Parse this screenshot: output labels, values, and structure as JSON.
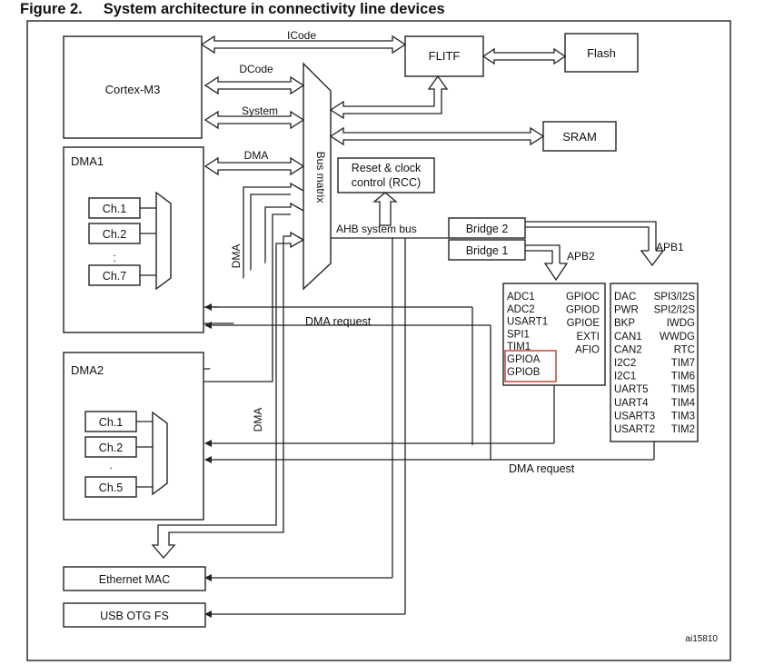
{
  "figure": {
    "number": "Figure 2.",
    "title": "System architecture in connectivity line devices"
  },
  "blocks": {
    "cortex": "Cortex-M3",
    "flitf": "FLITF",
    "flash": "Flash",
    "sram": "SRAM",
    "bus_matrix": "Bus matrix",
    "rcc_line1": "Reset & clock",
    "rcc_line2": "control (RCC)",
    "dma1": "DMA1",
    "dma2": "DMA2",
    "bridge2": "Bridge  2",
    "bridge1": "Bridge  1",
    "ethernet": "Ethernet MAC",
    "usb": "USB OTG FS"
  },
  "buses": {
    "icode": "ICode",
    "dcode": "DCode",
    "system": "System",
    "dma": "DMA",
    "dma_vert1": "DMA",
    "dma_vert2": "DMA",
    "ahb": "AHB system bus",
    "apb2": "APB2",
    "apb1": "APB1",
    "dma_request1": "DMA request",
    "dma_request2": "DMA request"
  },
  "dma1_channels": [
    "Ch.1",
    "Ch.2",
    "Ch.7"
  ],
  "dma2_channels": [
    "Ch.1",
    "Ch.2",
    "Ch.5"
  ],
  "apb2_peripherals": {
    "left": [
      "ADC1",
      "ADC2",
      "USART1",
      "SPI1",
      "TIM1",
      "GPIOA",
      "GPIOB"
    ],
    "right": [
      "GPIOC",
      "GPIOD",
      "GPIOE",
      "EXTI",
      "AFIO"
    ]
  },
  "apb1_peripherals": {
    "left": [
      "DAC",
      "PWR",
      "BKP",
      "CAN1",
      "CAN2",
      "I2C2",
      "I2C1",
      "UART5",
      "UART4",
      "USART3",
      "USART2"
    ],
    "right": [
      "SPI3/I2S",
      "SPI2/I2S",
      "IWDG",
      "WWDG",
      "RTC",
      "TIM7",
      "TIM6",
      "TIM5",
      "TIM4",
      "TIM3",
      "TIM2"
    ]
  },
  "highlight_color": "#c0392b",
  "footer_code": "ai15810"
}
